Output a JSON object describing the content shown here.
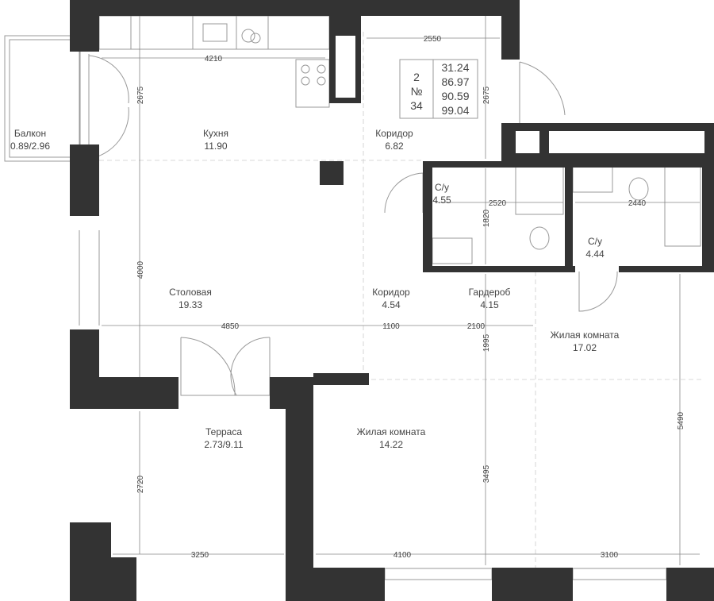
{
  "rooms": {
    "balcony": {
      "name": "Балкон",
      "area": "0.89/2.96"
    },
    "kitchen": {
      "name": "Кухня",
      "area": "11.90"
    },
    "corridor1": {
      "name": "Коридор",
      "area": "6.82"
    },
    "bath1": {
      "name": "С/у",
      "area": "4.55"
    },
    "bath2": {
      "name": "С/у",
      "area": "4.44"
    },
    "dining": {
      "name": "Столовая",
      "area": "19.33"
    },
    "corridor2": {
      "name": "Коридор",
      "area": "4.54"
    },
    "wardrobe": {
      "name": "Гардероб",
      "area": "4.15"
    },
    "living1": {
      "name": "Жилая комната",
      "area": "17.02"
    },
    "living2": {
      "name": "Жилая комната",
      "area": "14.22"
    },
    "terrace": {
      "name": "Терраса",
      "area": "2.73/9.11"
    }
  },
  "info_box": {
    "rooms": "2",
    "no_sign": "№",
    "number": "34",
    "areas": [
      "31.24",
      "86.97",
      "90.59",
      "99.04"
    ]
  },
  "dimensions": {
    "kitchen_w": "4210",
    "kitchen_h": "2675",
    "corridor_w": "2550",
    "corridor_h": "2675",
    "bath1_w": "2520",
    "bath1_h": "1820",
    "bath2_w": "2440",
    "dining_h": "4000",
    "dining_w": "4850",
    "corridor2_w": "1100",
    "wardrobe_w": "2100",
    "wardrobe_h": "1995",
    "living1_h": "5490",
    "terrace_h": "2720",
    "terrace_w": "3250",
    "living2_h": "3495",
    "living2_w": "4100",
    "living1_w": "3100"
  }
}
